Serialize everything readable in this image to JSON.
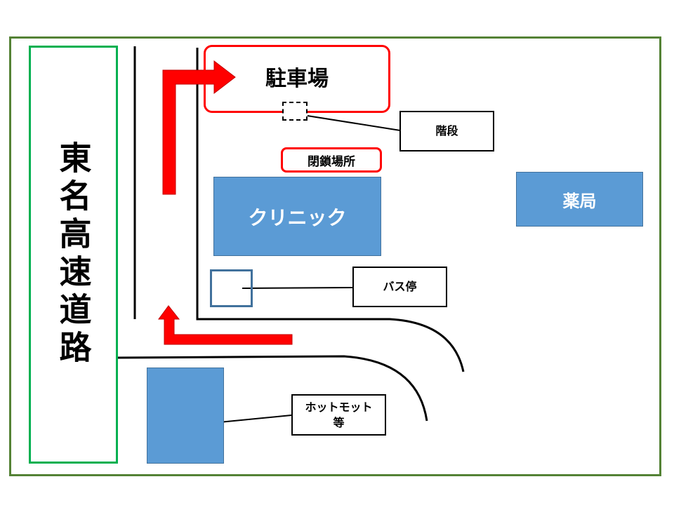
{
  "highway": {
    "label": "東名高速道路"
  },
  "parking": {
    "label": "駐車場"
  },
  "stairs": {
    "label": "階段"
  },
  "closed_area": {
    "label": "閉鎖場所"
  },
  "clinic": {
    "label": "クリニック"
  },
  "pharmacy": {
    "label": "薬局"
  },
  "bus_stop": {
    "label": "バス停"
  },
  "hotto_motto": {
    "label_line1": "ホットモット",
    "label_line2": "等"
  },
  "colors": {
    "frame": "#548235",
    "highway": "#00b050",
    "arrow": "#ff0000",
    "building": "#5b9bd5",
    "building_border": "#41719c"
  }
}
